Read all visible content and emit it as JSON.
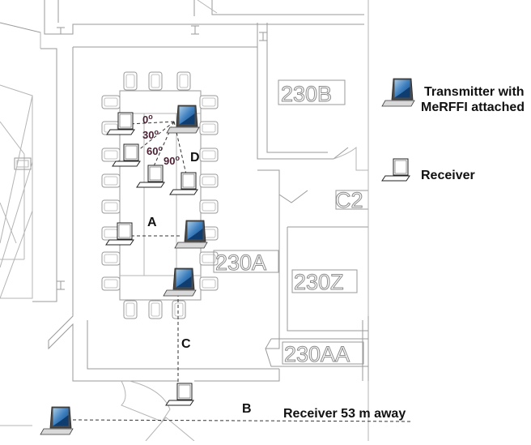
{
  "rooms": {
    "r230b": "230B",
    "r230a": "230A",
    "r230z": "230Z",
    "r230aa": "230AA",
    "rc2": "C2"
  },
  "angles": {
    "a0": "0",
    "a30": "30",
    "a60": "60",
    "a90": "90",
    "degree": "o"
  },
  "paths": {
    "a": "A",
    "b": "B",
    "c": "C",
    "d": "D"
  },
  "legend": {
    "transmitter_line1": "Transmitter with",
    "transmitter_line2": "MeRFFI attached",
    "receiver": "Receiver",
    "receiver_far": "Receiver 53 m away"
  },
  "colors": {
    "transmitter_screen": "#1d5a9c",
    "receiver_screen": "#1f7fd6",
    "walls": "#9a9a9a"
  }
}
